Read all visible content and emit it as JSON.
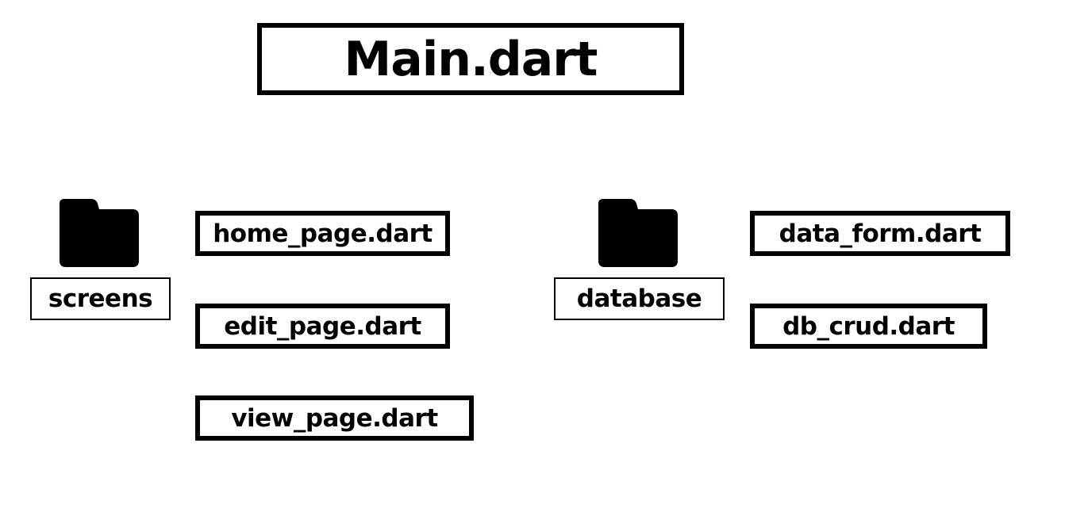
{
  "root": {
    "label": "Main.dart"
  },
  "folders": [
    {
      "name": "screens",
      "icon": "folder-icon",
      "files": [
        "home_page.dart",
        "edit_page.dart",
        "view_page.dart"
      ]
    },
    {
      "name": "database",
      "icon": "folder-icon",
      "files": [
        "data_form.dart",
        "db_crud.dart"
      ]
    }
  ],
  "colors": {
    "stroke": "#000000",
    "background": "#ffffff"
  }
}
